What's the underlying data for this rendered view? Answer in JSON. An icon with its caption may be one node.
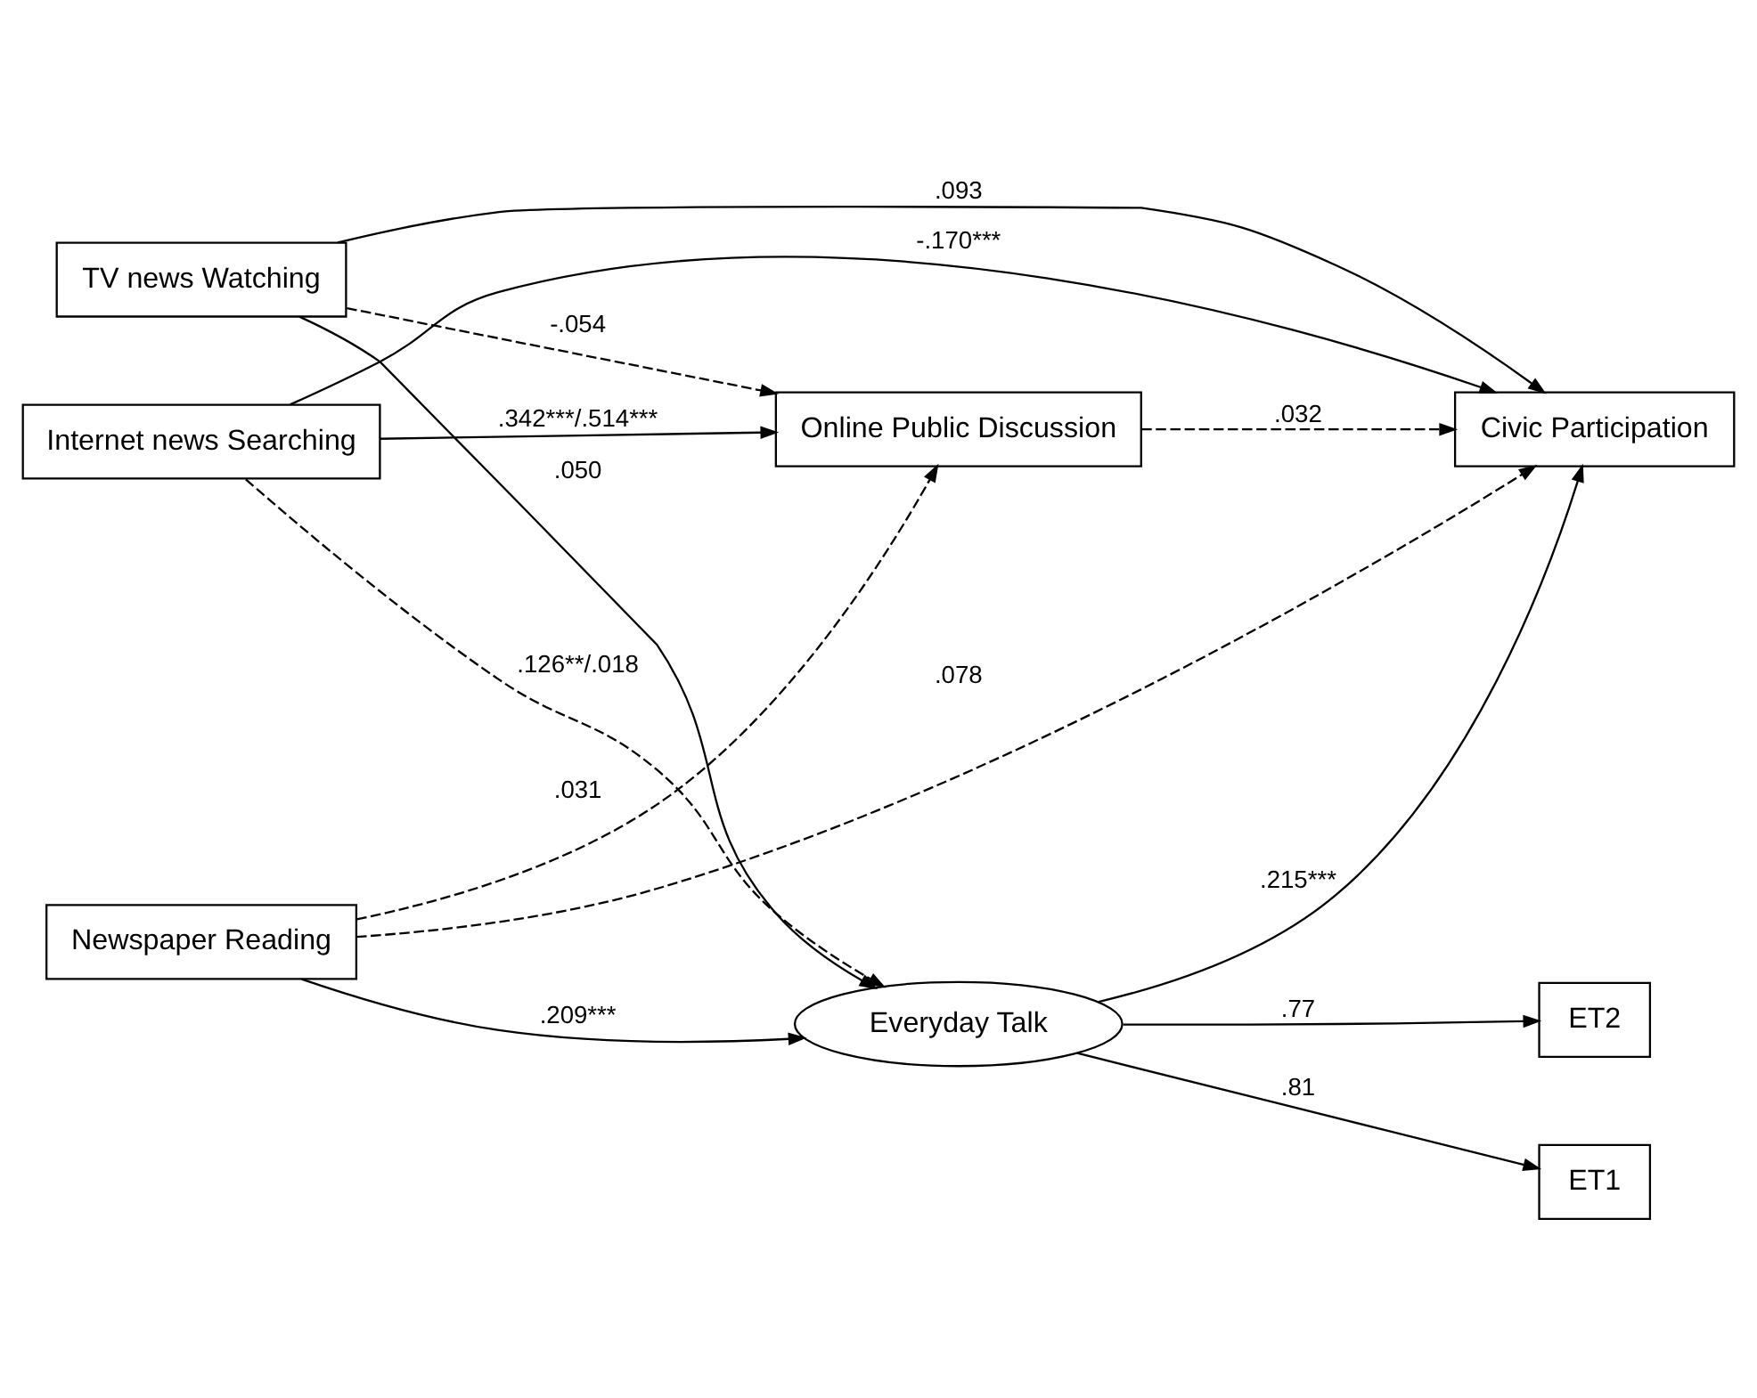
{
  "diagram": {
    "nodes": [
      {
        "text": [
          "ET1"
        ]
      },
      {
        "text": [
          "ET2"
        ]
      },
      {
        "text": [
          "Everyday Talk"
        ]
      },
      {
        "text": [
          "Newspaper Reading"
        ]
      },
      {
        "text": [
          "TV news Watching"
        ]
      },
      {
        "text": [
          "Internet news Searching"
        ]
      },
      {
        "text": [
          "Civic Participation"
        ]
      },
      {
        "text": [
          "Online Public Discussion"
        ]
      }
    ],
    "edges": [
      {
        "from": 2,
        "to": 0,
        "arrow": "to",
        "label": ".81"
      },
      {
        "from": 2,
        "to": 1,
        "arrow": "to",
        "label": ".77"
      },
      {
        "from": 3,
        "to": 2,
        "arrow": "to",
        "label": ".209***"
      },
      {
        "from": 4,
        "to": 2,
        "arrow": "to",
        "label": ".050"
      },
      {
        "from": 5,
        "to": 2,
        "arrow": "to",
        "label": ".126**/.018",
        "style": "dashed"
      },
      {
        "from": 2,
        "to": 6,
        "arrow": "to",
        "label": ".215***"
      },
      {
        "from": 3,
        "to": 6,
        "arrow": "to",
        "label": ".078",
        "style": "dashed"
      },
      {
        "from": 4,
        "to": 6,
        "arrow": "to",
        "label": ".093"
      },
      {
        "from": 5,
        "to": 6,
        "arrow": "to",
        "label": "-.170***"
      },
      {
        "from": 3,
        "to": 7,
        "arrow": "to",
        "label": ".031",
        "style": "dashed"
      },
      {
        "from": 4,
        "to": 7,
        "arrow": "to",
        "label": "-.054",
        "style": "dashed"
      },
      {
        "from": 5,
        "to": 7,
        "arrow": "to",
        "label": ".342***/.514***"
      },
      {
        "from": 7,
        "to": 6,
        "arrow": "to",
        "label": ".032",
        "style": "dashed"
      }
    ]
  }
}
